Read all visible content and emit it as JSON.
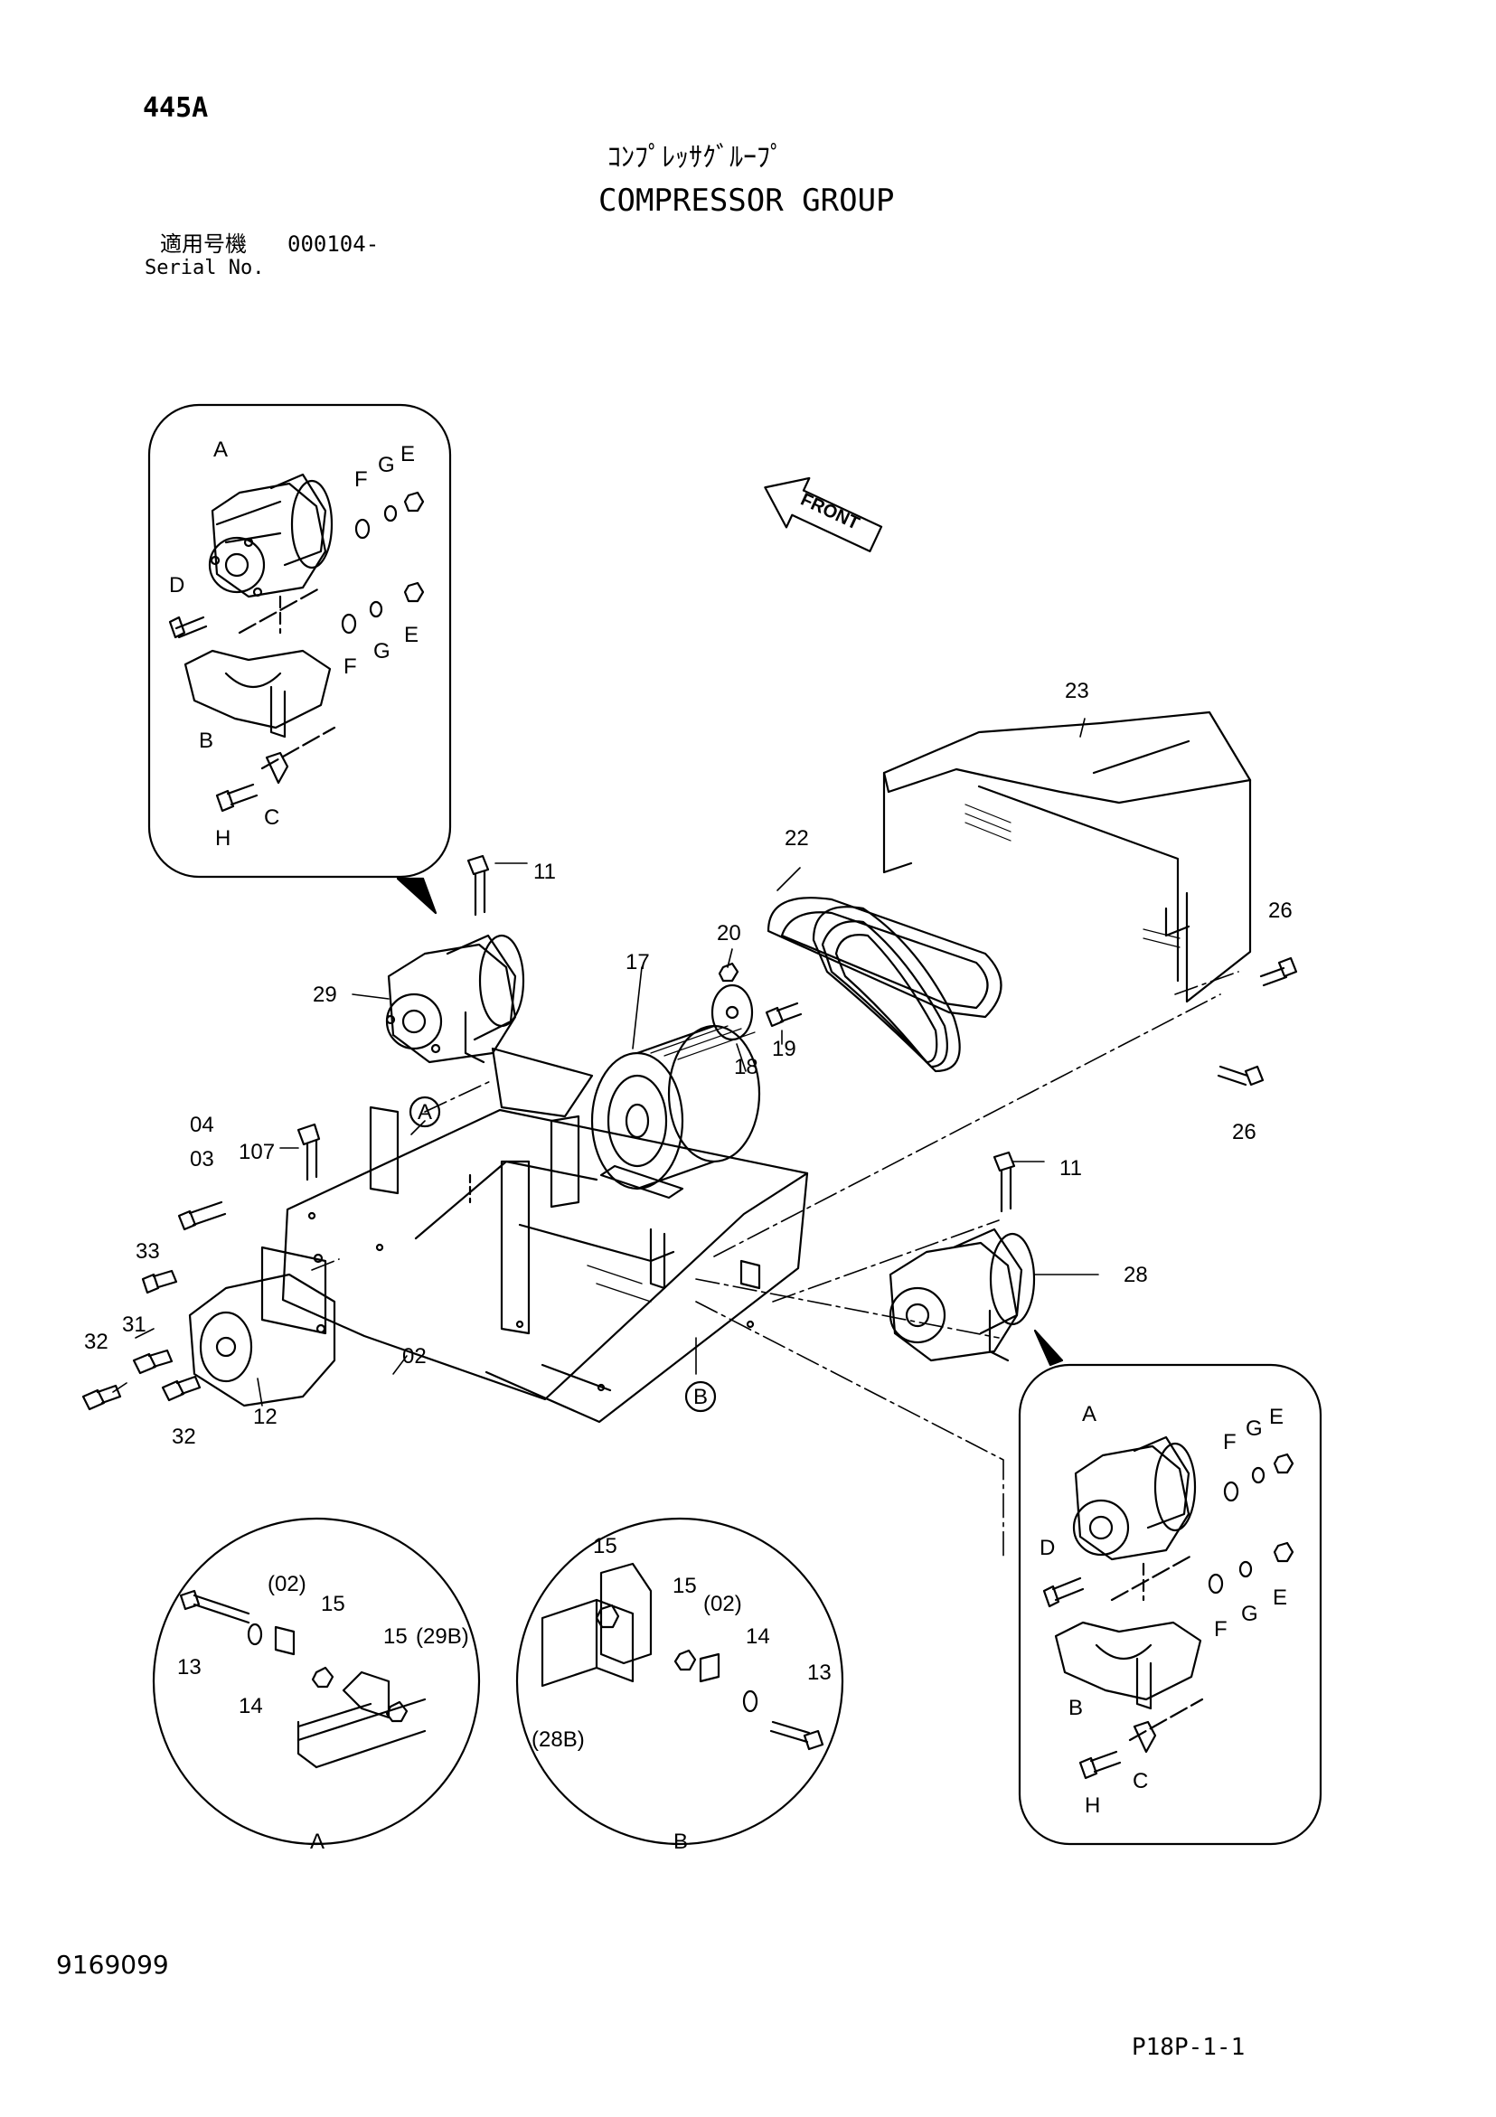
{
  "header": {
    "page_code": "445A",
    "title_jp": "ｺﾝﾌﾟﾚｯｻｸﾞﾙｰﾌﾟ",
    "title_en": "COMPRESSOR GROUP",
    "serial_label_jp": "適用号機",
    "serial_value": "000104-",
    "serial_label_en": "Serial No."
  },
  "footer": {
    "doc_number": "9169099",
    "page_ref": "P18P-1-1"
  },
  "front_arrow_label": "FRONT",
  "callouts": {
    "c23": "23",
    "c22": "22",
    "c20": "20",
    "c17": "17",
    "c19": "19",
    "c18": "18",
    "c26a": "26",
    "c26b": "26",
    "c11a": "11",
    "c11b": "11",
    "c29": "29",
    "c28": "28",
    "c04": "04",
    "c03": "03",
    "c107": "107",
    "c33": "33",
    "c31": "31",
    "c32a": "32",
    "c32b": "32",
    "c12": "12",
    "c02": "02",
    "ref_a": "A",
    "ref_b": "B"
  },
  "detail_top_left": {
    "A": "A",
    "D": "D",
    "B": "B",
    "C": "C",
    "H": "H",
    "F1": "F",
    "G1": "G",
    "E1": "E",
    "F2": "F",
    "G2": "G",
    "E2": "E"
  },
  "detail_bottom_right": {
    "A": "A",
    "D": "D",
    "B": "B",
    "C": "C",
    "H": "H",
    "F1": "F",
    "G1": "G",
    "E1": "E",
    "F2": "F",
    "G2": "G",
    "E2": "E"
  },
  "detail_circle_a": {
    "name": "A",
    "c02": "(02)",
    "c15a": "15",
    "c15b": "15",
    "c29b": "(29B)",
    "c13": "13",
    "c14": "14"
  },
  "detail_circle_b": {
    "name": "B",
    "c15a": "15",
    "c15b": "15",
    "c02": "(02)",
    "c14": "14",
    "c13": "13",
    "c28b": "(28B)"
  }
}
